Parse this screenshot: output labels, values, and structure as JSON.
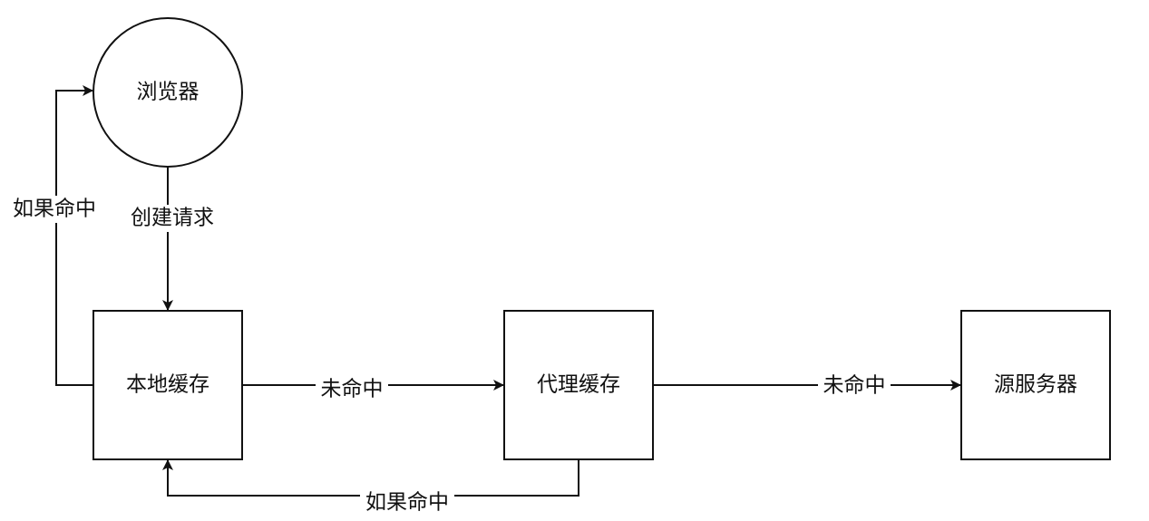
{
  "nodes": {
    "browser": "浏览器",
    "local_cache": "本地缓存",
    "proxy_cache": "代理缓存",
    "origin_server": "源服务器"
  },
  "edges": {
    "create_request": "创建请求",
    "hit_left": "如果命中",
    "miss_local_to_proxy": "未命中",
    "miss_proxy_to_origin": "未命中",
    "hit_bottom": "如果命中"
  },
  "colors": {
    "stroke": "#111111",
    "background": "#ffffff"
  }
}
